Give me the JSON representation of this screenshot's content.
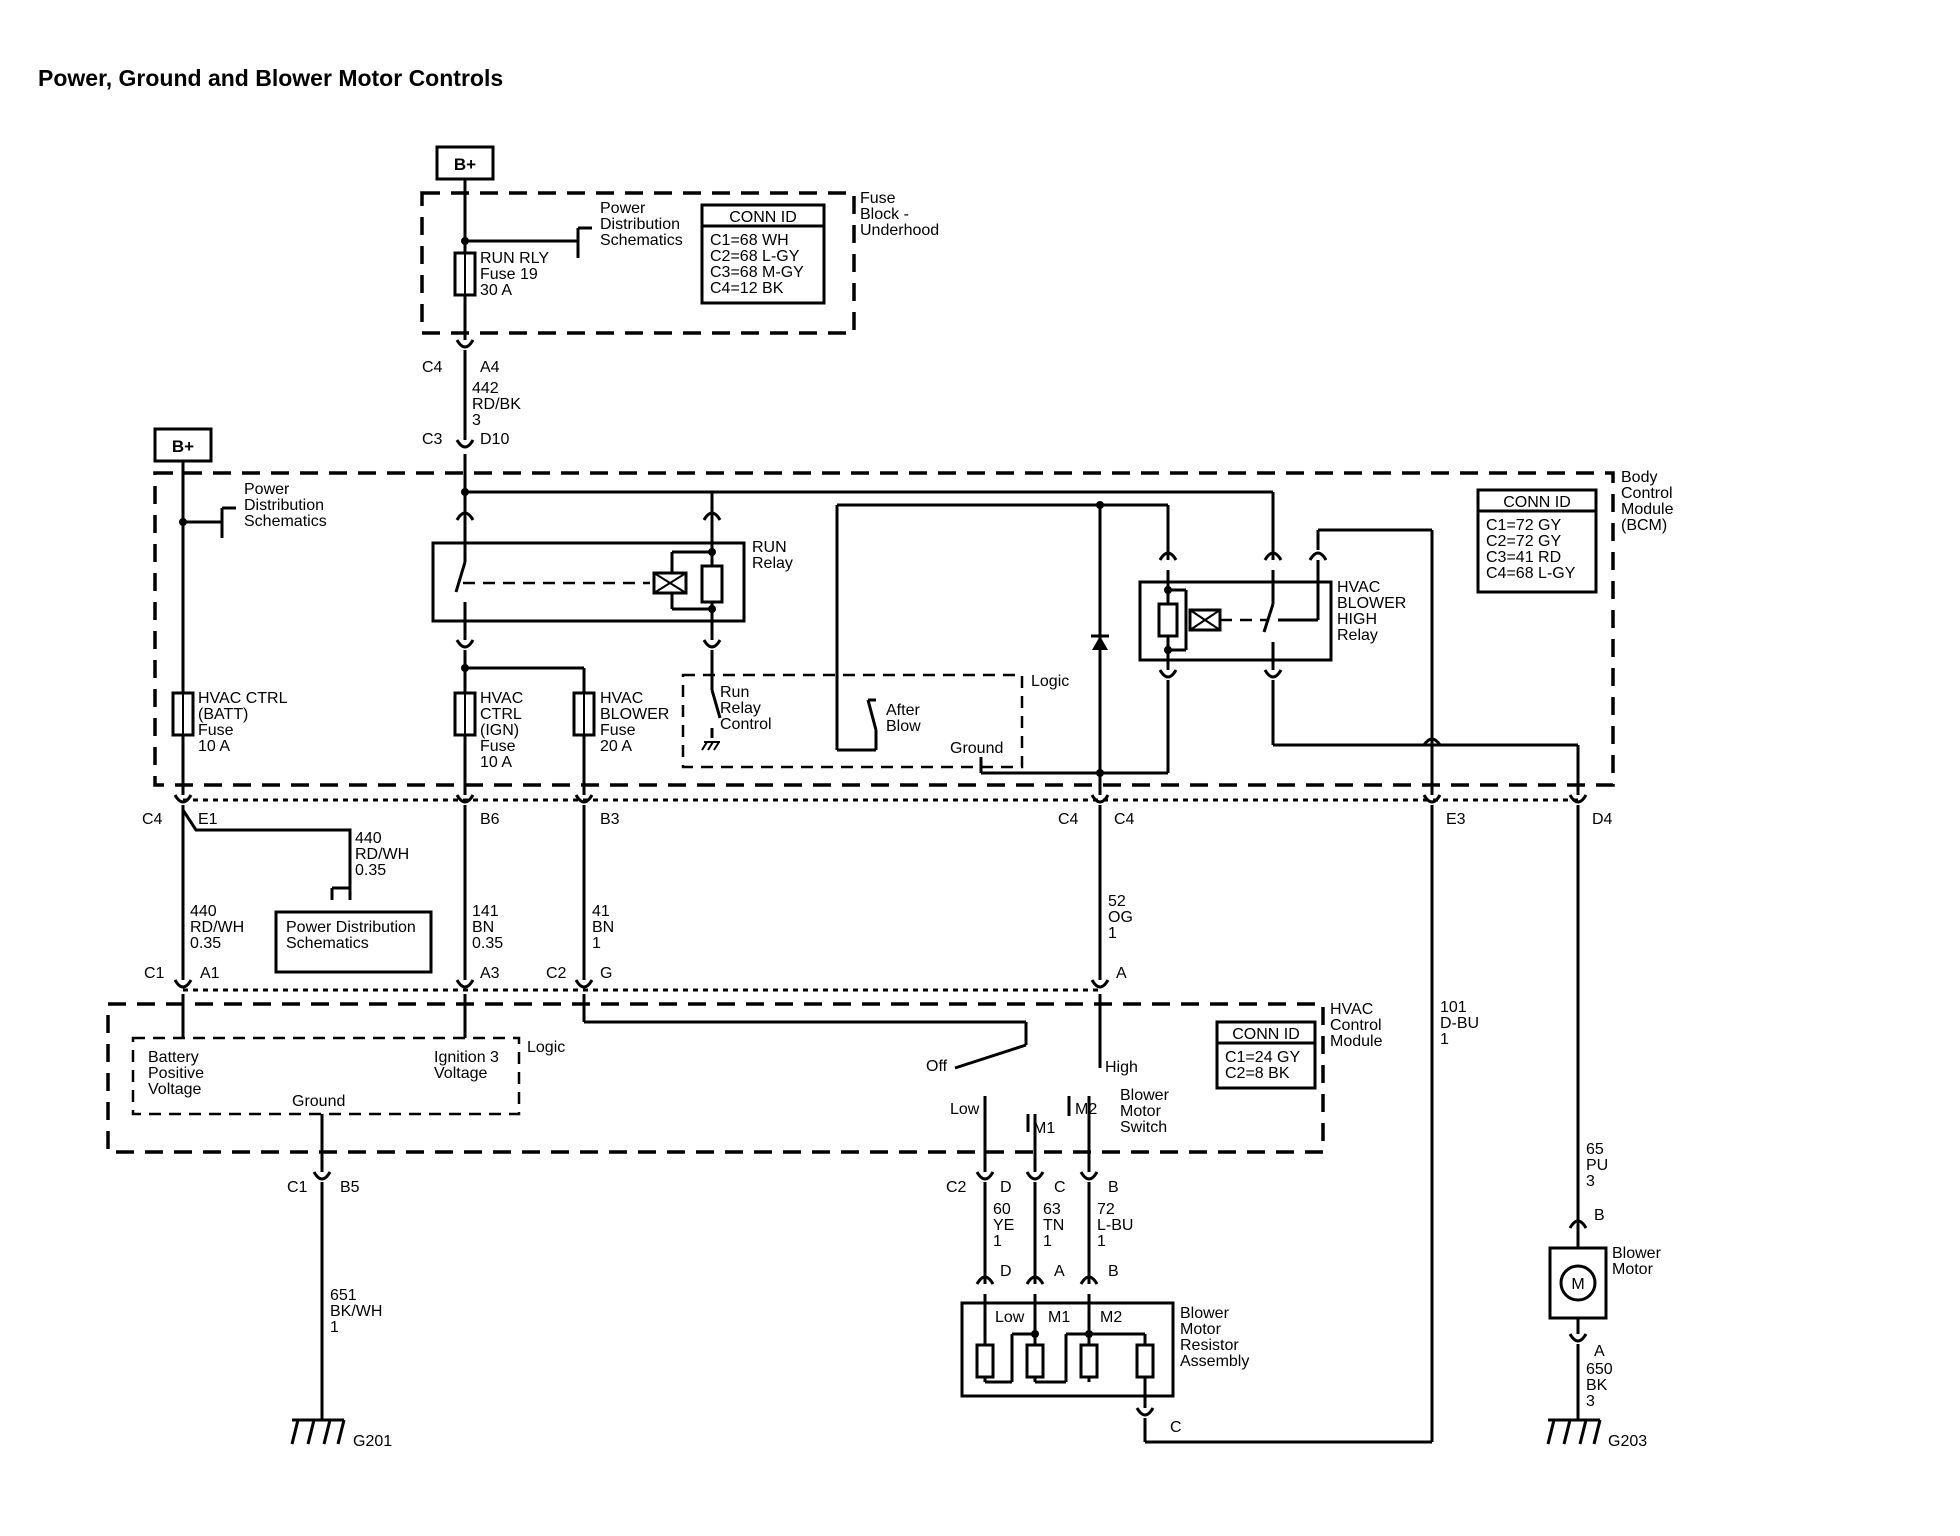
{
  "title": "Power, Ground and Blower Motor Controls",
  "battery": {
    "label": "B+"
  },
  "fuse_block": {
    "label_lines": [
      "Fuse",
      "Block -",
      "Underhood"
    ],
    "power_dist": [
      "Power",
      "Distribution",
      "Schematics"
    ],
    "fuse": [
      "RUN RLY",
      "Fuse 19",
      "30 A"
    ],
    "conn_id": {
      "title": "CONN ID",
      "rows": [
        "C1=68 WH",
        "C2=68 L-GY",
        "C3=68 M-GY",
        "C4=12 BK"
      ]
    }
  },
  "bcm": {
    "label_lines": [
      "Body",
      "Control",
      "Module",
      "(BCM)"
    ],
    "power_dist": [
      "Power",
      "Distribution",
      "Schematics"
    ],
    "conn_id": {
      "title": "CONN ID",
      "rows": [
        "C1=72 GY",
        "C2=72 GY",
        "C3=41 RD",
        "C4=68 L-GY"
      ]
    },
    "run_relay": [
      "RUN",
      "Relay"
    ],
    "high_relay": [
      "HVAC",
      "BLOWER",
      "HIGH",
      "Relay"
    ],
    "fuse_batt": [
      "HVAC CTRL",
      "(BATT)",
      "Fuse",
      "10 A"
    ],
    "fuse_ign": [
      "HVAC",
      "CTRL",
      "(IGN)",
      "Fuse",
      "10 A"
    ],
    "fuse_blower": [
      "HVAC",
      "BLOWER",
      "Fuse",
      "20 A"
    ],
    "logic": "Logic",
    "run_relay_control": [
      "Run",
      "Relay",
      "Control"
    ],
    "after_blow": [
      "After",
      "Blow"
    ],
    "ground": "Ground"
  },
  "hvac_module": {
    "label_lines": [
      "HVAC",
      "Control",
      "Module"
    ],
    "conn_id": {
      "title": "CONN ID",
      "rows": [
        "C1=24 GY",
        "C2=8 BK"
      ]
    },
    "logic": "Logic",
    "battery_positive": [
      "Battery",
      "Positive",
      "Voltage"
    ],
    "ignition3": [
      "Ignition 3",
      "Voltage"
    ],
    "ground": "Ground",
    "switch": {
      "off": "Off",
      "high": "High",
      "low": "Low",
      "m1": "M1",
      "m2": "M2",
      "label_lines": [
        "Blower",
        "Motor",
        "Switch"
      ]
    }
  },
  "power_dist_box": [
    "Power Distribution",
    "Schematics"
  ],
  "resistor": {
    "label_lines": [
      "Blower",
      "Motor",
      "Resistor",
      "Assembly"
    ],
    "taps": [
      "Low",
      "M1",
      "M2"
    ]
  },
  "blower_motor": {
    "symbol": "M",
    "label_lines": [
      "Blower",
      "Motor"
    ]
  },
  "grounds": [
    "G201",
    "G203"
  ],
  "connectors": {
    "c4": "C4",
    "a4": "A4",
    "c3": "C3",
    "d10": "D10",
    "e1": "E1",
    "b6": "B6",
    "b3": "B3",
    "c4b": "C4",
    "c4c": "C4",
    "e3": "E3",
    "d4": "D4",
    "c1": "C1",
    "a1": "A1",
    "a3": "A3",
    "c2": "C2",
    "g": "G",
    "a": "A",
    "c1b": "C1",
    "b5": "B5",
    "c2b": "C2",
    "d": "D",
    "c": "C",
    "b": "B",
    "d2": "D",
    "a2": "A",
    "b2": "B",
    "c_bottom": "C",
    "motor_b": "B",
    "motor_a": "A"
  },
  "wires": {
    "w442": [
      "442",
      "RD/BK",
      "3"
    ],
    "w440a": [
      "440",
      "RD/WH",
      "0.35"
    ],
    "w440b": [
      "440",
      "RD/WH",
      "0.35"
    ],
    "w141": [
      "141",
      "BN",
      "0.35"
    ],
    "w41": [
      "41",
      "BN",
      "1"
    ],
    "w52": [
      "52",
      "OG",
      "1"
    ],
    "w101": [
      "101",
      "D-BU",
      "1"
    ],
    "w65": [
      "65",
      "PU",
      "3"
    ],
    "w651": [
      "651",
      "BK/WH",
      "1"
    ],
    "w60": [
      "60",
      "YE",
      "1"
    ],
    "w63": [
      "63",
      "TN",
      "1"
    ],
    "w72": [
      "72",
      "L-BU",
      "1"
    ],
    "w650": [
      "650",
      "BK",
      "3"
    ]
  }
}
